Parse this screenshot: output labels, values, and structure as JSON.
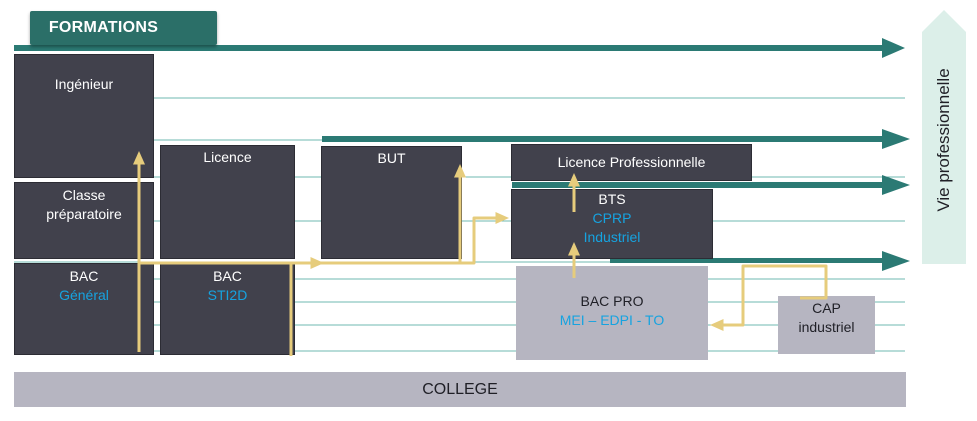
{
  "header": {
    "title": "FORMATIONS"
  },
  "side_label": "Vie professionnelle",
  "boxes": {
    "ingenieur": {
      "line1": "Ingénieur"
    },
    "classe_prepa": {
      "line1": "Classe",
      "line2": "préparatoire"
    },
    "bac_general": {
      "line1": "BAC",
      "line2": "Général"
    },
    "licence": {
      "line1": "Licence"
    },
    "bac_sti2d": {
      "line1": "BAC",
      "line2": "STI2D"
    },
    "but": {
      "line1": "BUT"
    },
    "licence_pro": {
      "line1": "Licence Professionnelle"
    },
    "bts": {
      "line1": "BTS",
      "line2": "CPRP",
      "line3": "Industriel"
    },
    "bac_pro": {
      "line1": "BAC PRO",
      "line2": "MEI – EDPI - TO"
    },
    "cap": {
      "line1": "CAP",
      "line2": "industriel"
    }
  },
  "footer": {
    "label": "COLLEGE"
  },
  "colors": {
    "teal": "#2b7a74",
    "dark_box": "#41414c",
    "grey_box": "#b6b5c1",
    "path": "#e6cc7c",
    "highlight_text": "#16a3e0",
    "side_band": "#dcefe9"
  }
}
